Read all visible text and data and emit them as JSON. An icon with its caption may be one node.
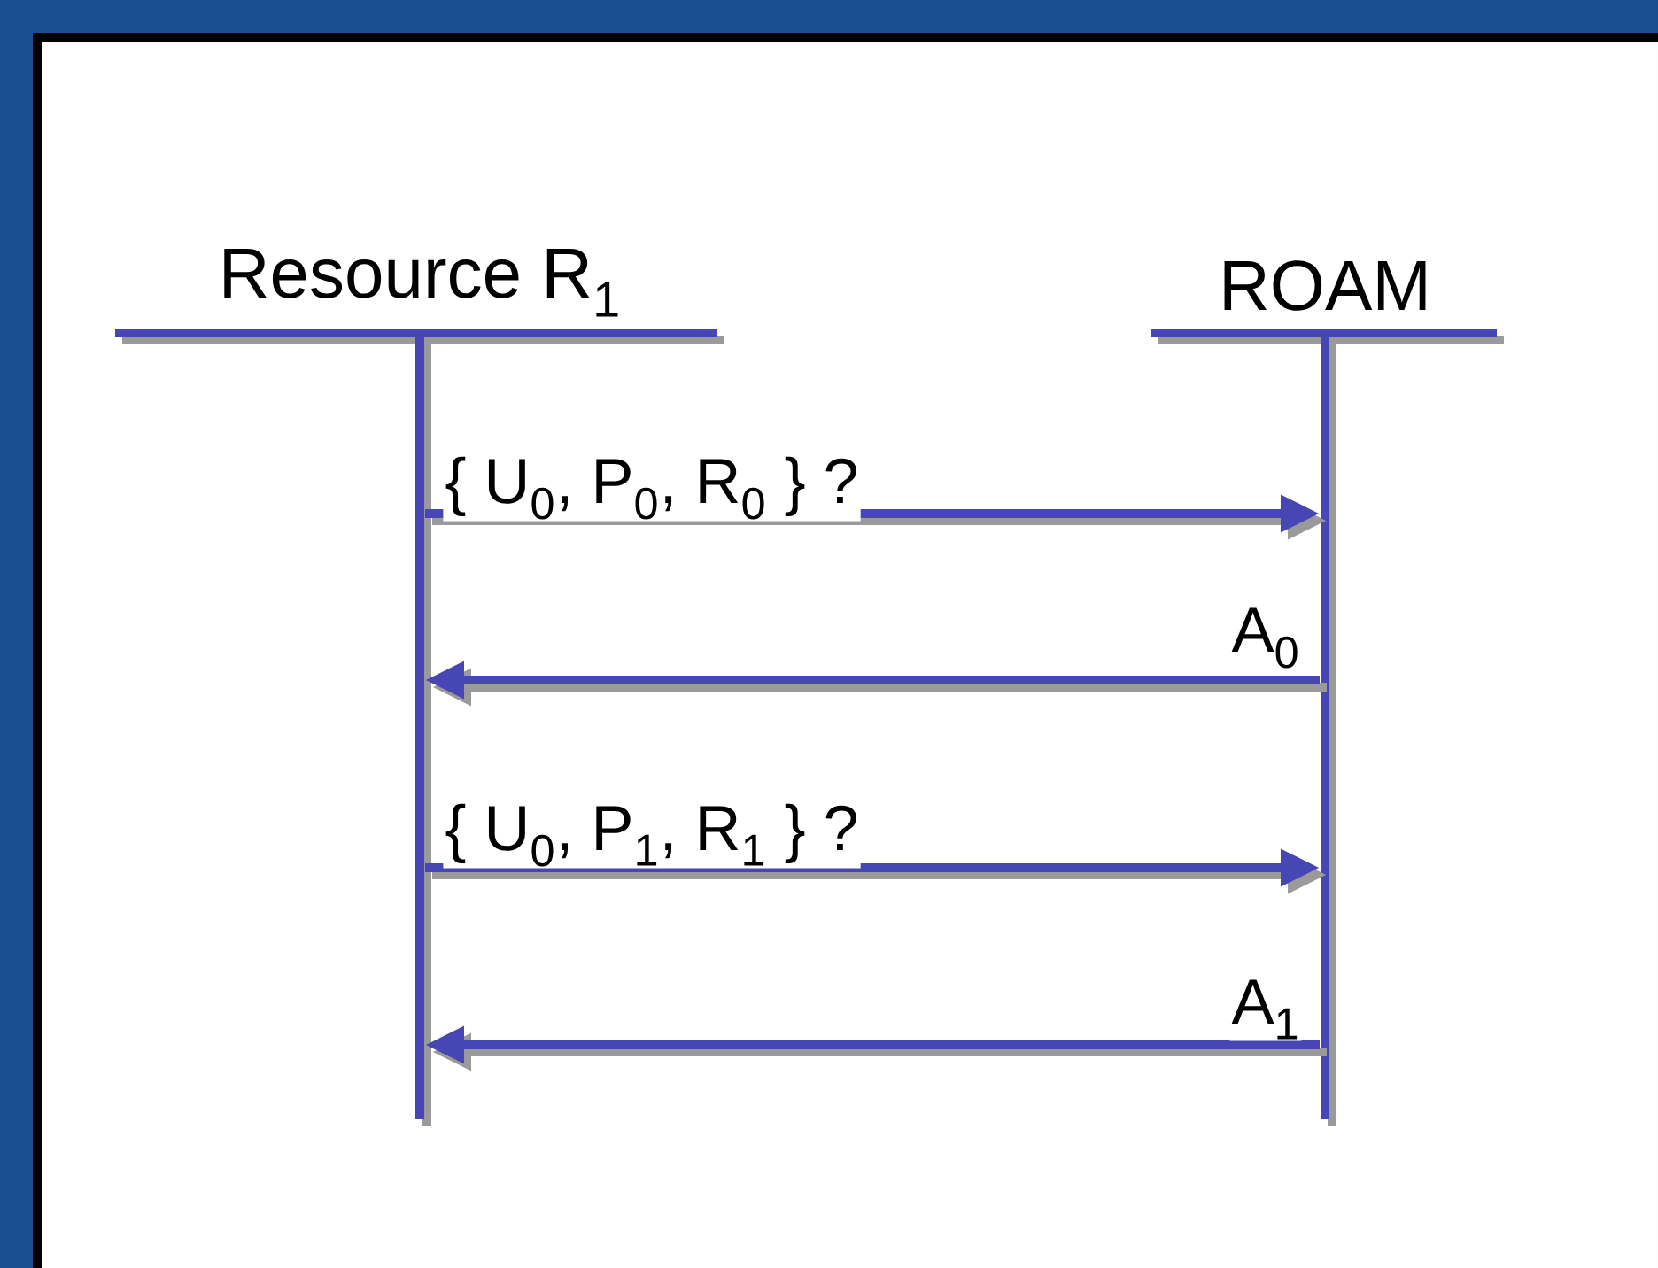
{
  "diagram": {
    "nodes": [
      {
        "text": [
          "Resource R$_{1}$"
        ]
      },
      {
        "text": [
          "ROAM"
        ]
      }
    ],
    "edges": [
      {
        "from": 0,
        "to": 1,
        "arrow": "to",
        "label": "{ U$_{0}$, P$_{0}$, R$_{0}$ } ?"
      },
      {
        "from": 1,
        "to": 0,
        "arrow": "to",
        "label": "A$_{0}$"
      },
      {
        "from": 0,
        "to": 1,
        "arrow": "to",
        "label": "{ U$_{0}$, P$_{1}$, R$_{1}$ } ?"
      },
      {
        "from": 1,
        "to": 0,
        "arrow": "to",
        "label": "A$_{1}$"
      }
    ]
  }
}
